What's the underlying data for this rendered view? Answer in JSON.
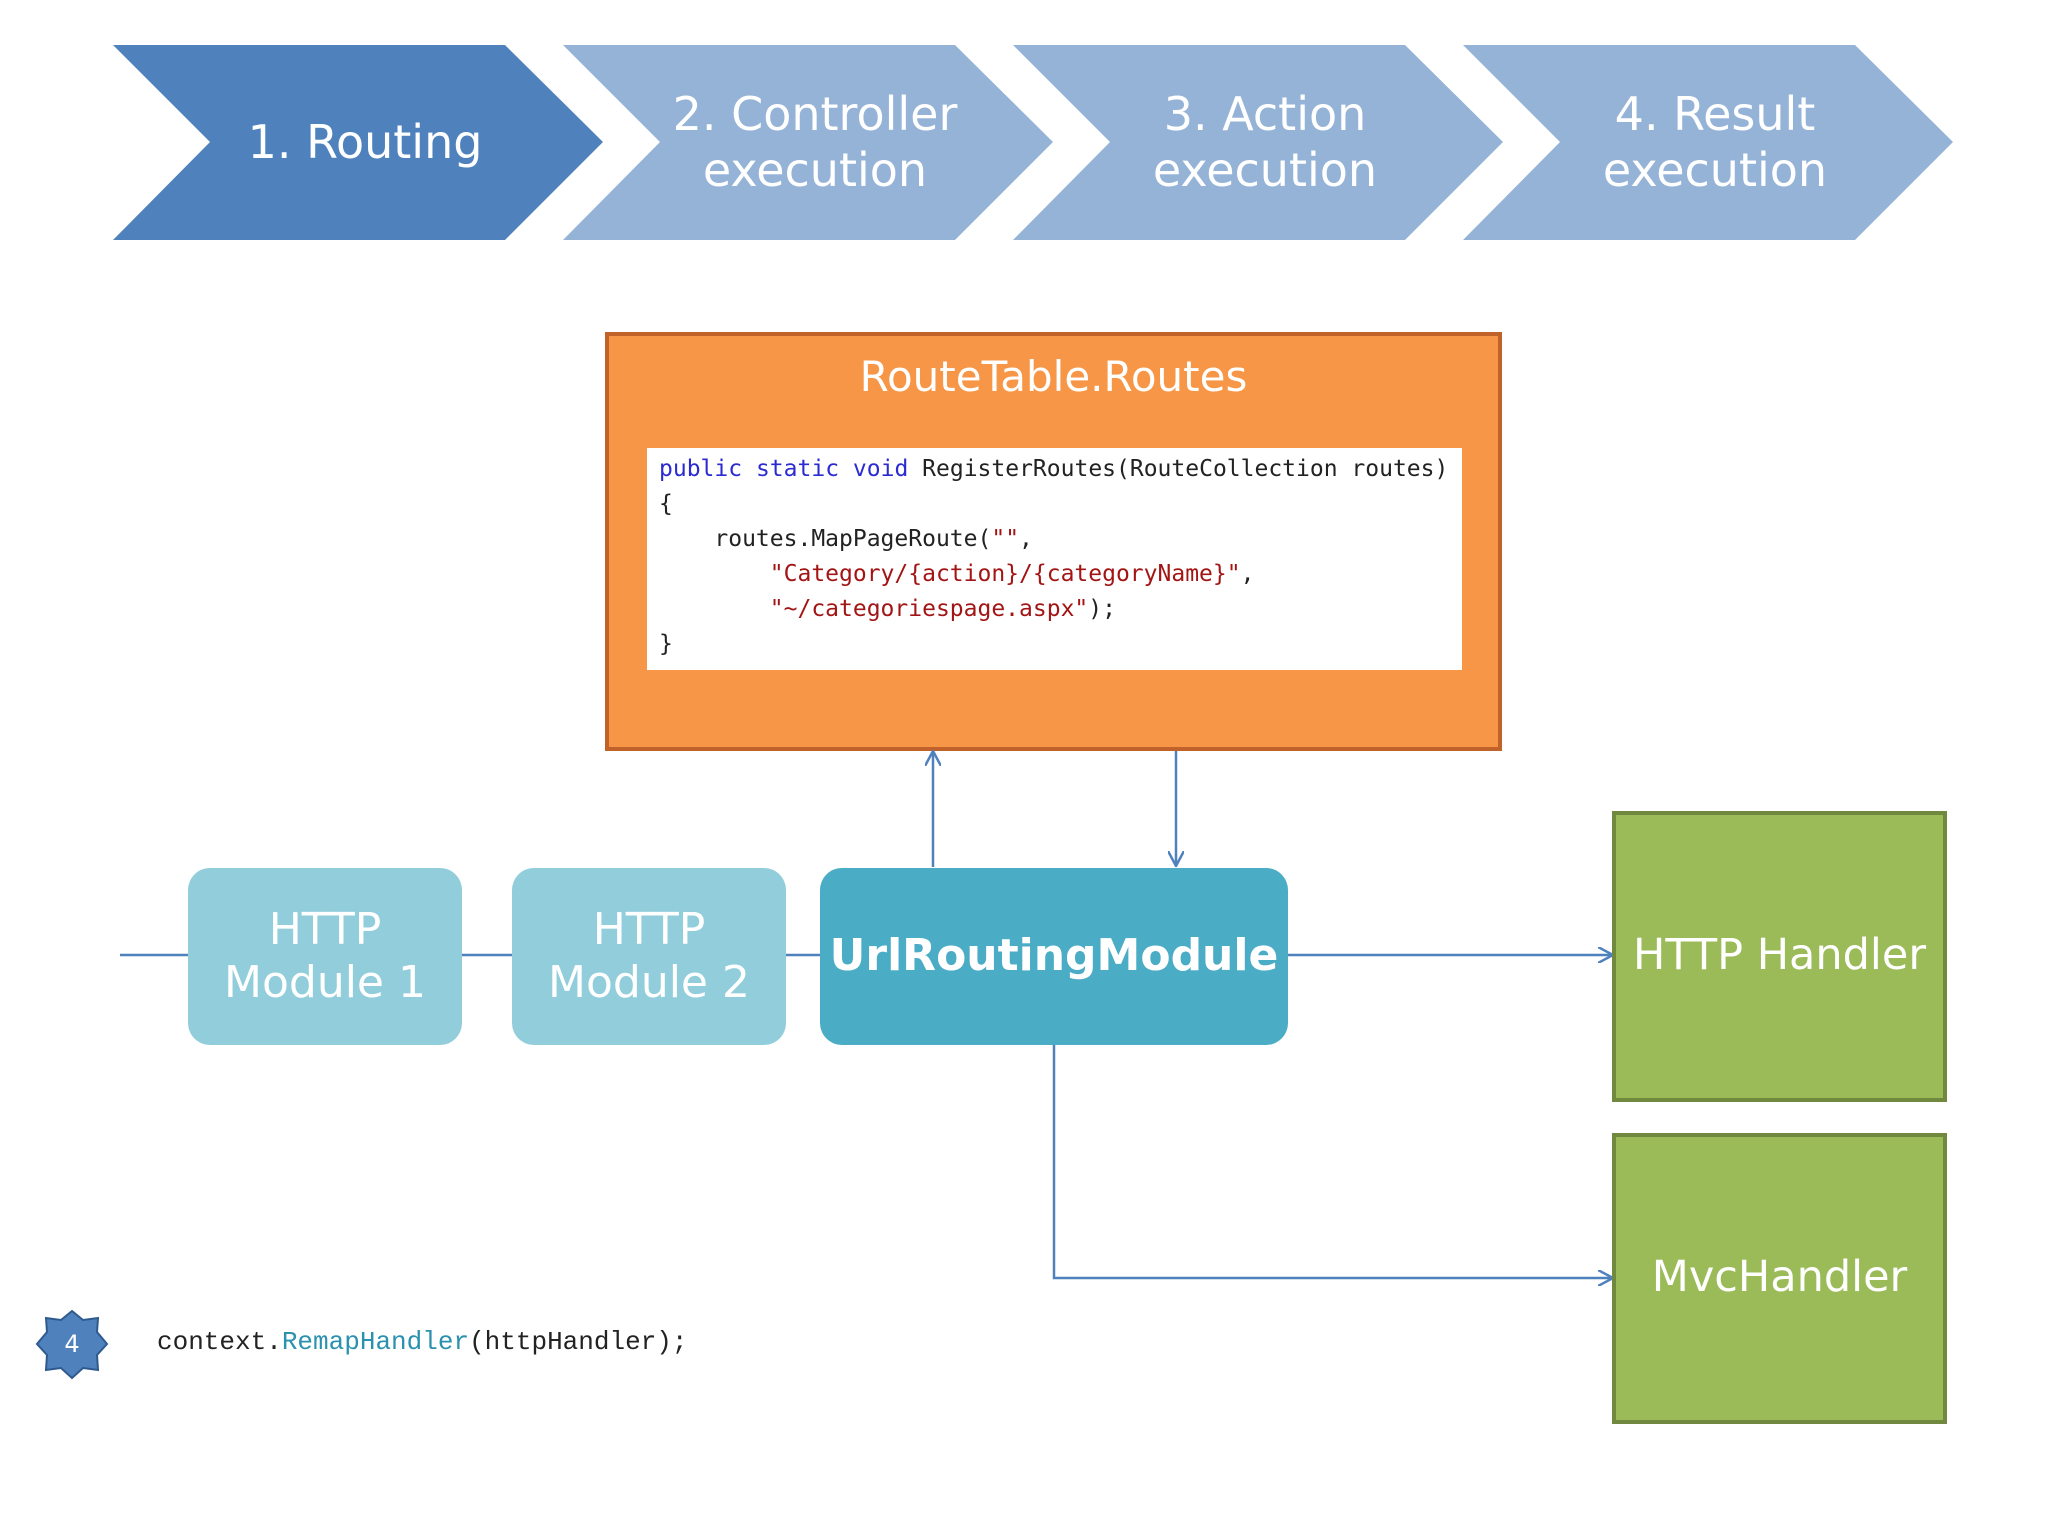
{
  "steps": [
    {
      "label_line1": "1. Routing",
      "label_line2": "",
      "active": true
    },
    {
      "label_line1": "2. Controller",
      "label_line2": "execution",
      "active": false
    },
    {
      "label_line1": "3. Action",
      "label_line2": "execution",
      "active": false
    },
    {
      "label_line1": "4. Result",
      "label_line2": "execution",
      "active": false
    }
  ],
  "route_table": {
    "title": "RouteTable.Routes",
    "code": {
      "kw_public": "public",
      "kw_static": "static",
      "kw_void": "void",
      "signature": "RegisterRoutes(RouteCollection routes)",
      "open_brace": "{",
      "map_call": "routes.MapPageRoute(",
      "arg1": "\"\"",
      "arg1_sep": ",",
      "arg2": "\"Category/{action}/{categoryName}\"",
      "arg2_sep": ",",
      "arg3": "\"~/categoriespage.aspx\"",
      "arg3_end": ");",
      "close_brace": "}"
    }
  },
  "modules": {
    "module1_line1": "HTTP",
    "module1_line2": "Module 1",
    "module2_line1": "HTTP",
    "module2_line2": "Module 2",
    "routing_module": "UrlRoutingModule"
  },
  "handlers": {
    "http_handler": "HTTP Handler",
    "mvc_handler": "MvcHandler"
  },
  "badge": {
    "number": "4"
  },
  "remap_code": {
    "object": "context.",
    "method": "RemapHandler",
    "args": "(httpHandler);"
  },
  "colors": {
    "step_active": "#4f81bd",
    "step_inactive": "#95b3d7",
    "route_table_fill": "#f79646",
    "route_table_border": "#c0622a",
    "module_light": "#92cddc",
    "module_dark": "#4bacc6",
    "handler_fill": "#9bbb59",
    "handler_border": "#71893f",
    "connector": "#4f81bd",
    "badge_fill": "#4f81bd",
    "code_keyword": "#2b2bd1",
    "code_string": "#a31515",
    "code_method": "#2b91af"
  }
}
